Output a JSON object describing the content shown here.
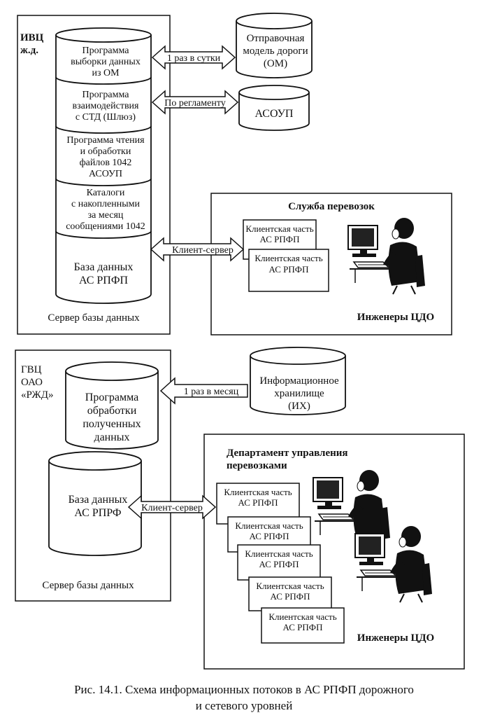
{
  "top": {
    "label": [
      "ИВЦ",
      "ж.д."
    ],
    "stack": [
      [
        "Программа",
        "выборки данных",
        "из ОМ"
      ],
      [
        "Программа",
        "взаимодействия",
        "с СТД (Шлюз)"
      ],
      [
        "Программа чтения",
        "и обработки",
        "файлов 1042",
        "АСОУП"
      ],
      [
        "Каталоги",
        "с накопленными",
        "за месяц",
        "сообщениями 1042"
      ],
      [
        "База данных",
        "АС РПФП"
      ]
    ],
    "server_caption": "Сервер базы данных",
    "om": [
      "Отправочная",
      "модель дороги",
      "(ОМ)"
    ],
    "om_arrow": "1 раз в сутки",
    "asoup": "АСОУП",
    "asoup_arrow": "По регламенту",
    "cs_arrow": "Клиент-сервер",
    "service": {
      "title": "Служба перевозок",
      "client1": [
        "Клиентская часть",
        "АС РПФП"
      ],
      "client2": [
        "Клиентская часть",
        "АС РПФП"
      ],
      "engineers": "Инженеры ЦДО"
    }
  },
  "bottom": {
    "label": [
      "ГВЦ",
      "ОАО",
      "«РЖД»"
    ],
    "program": [
      "Программа",
      "обработки",
      "полученных",
      "данных"
    ],
    "db": [
      "База данных",
      "АС РПРФ"
    ],
    "server_caption": "Сервер базы данных",
    "ih": [
      "Информационное",
      "хранилище",
      "(ИХ)"
    ],
    "ih_arrow": "1 раз в месяц",
    "cs_arrow": "Клиент-сервер",
    "department": {
      "title": [
        "Департамент управления",
        "перевозками"
      ],
      "clients": [
        [
          "Клиентская часть",
          "АС РПФП"
        ],
        [
          "Клиентская часть",
          "АС РПФП"
        ],
        [
          "Клиентская часть",
          "АС РПФП"
        ],
        [
          "Клиентская часть",
          "АС РПФП"
        ],
        [
          "Клиентская часть",
          "АС РПФП"
        ]
      ],
      "engineers": "Инженеры ЦДО"
    }
  },
  "caption": [
    "Рис. 14.1. Схема информационных потоков в АС РПФП дорожного",
    "и сетевого уровней"
  ]
}
